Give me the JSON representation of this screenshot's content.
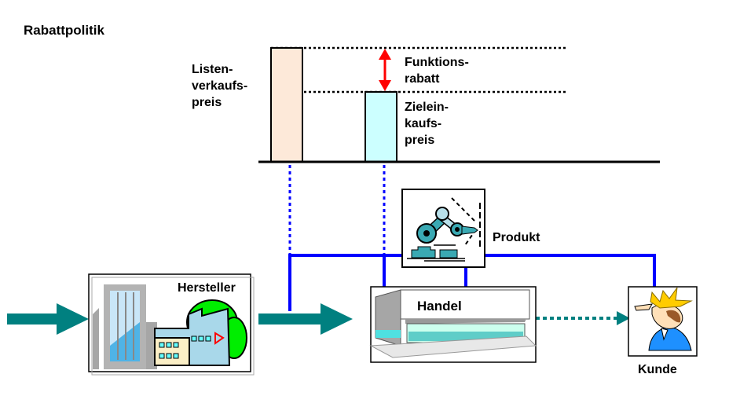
{
  "title": "Rabattpolitik",
  "price_labels": {
    "list_price": "Listen-\nverkaufs-\npreis",
    "discount": "Funktions-\nrabatt",
    "target_purchase_price": "Zielein-\nkaufs-\npreis"
  },
  "nodes": {
    "manufacturer": "Hersteller",
    "trade": "Handel",
    "product": "Produkt",
    "customer": "Kunde"
  },
  "colors": {
    "list_price_bar": "#fde9d9",
    "target_price_bar": "#ccffff",
    "discount_arrow": "#ff0000",
    "flow_arrow": "#008080",
    "connector": "#0000ff"
  }
}
